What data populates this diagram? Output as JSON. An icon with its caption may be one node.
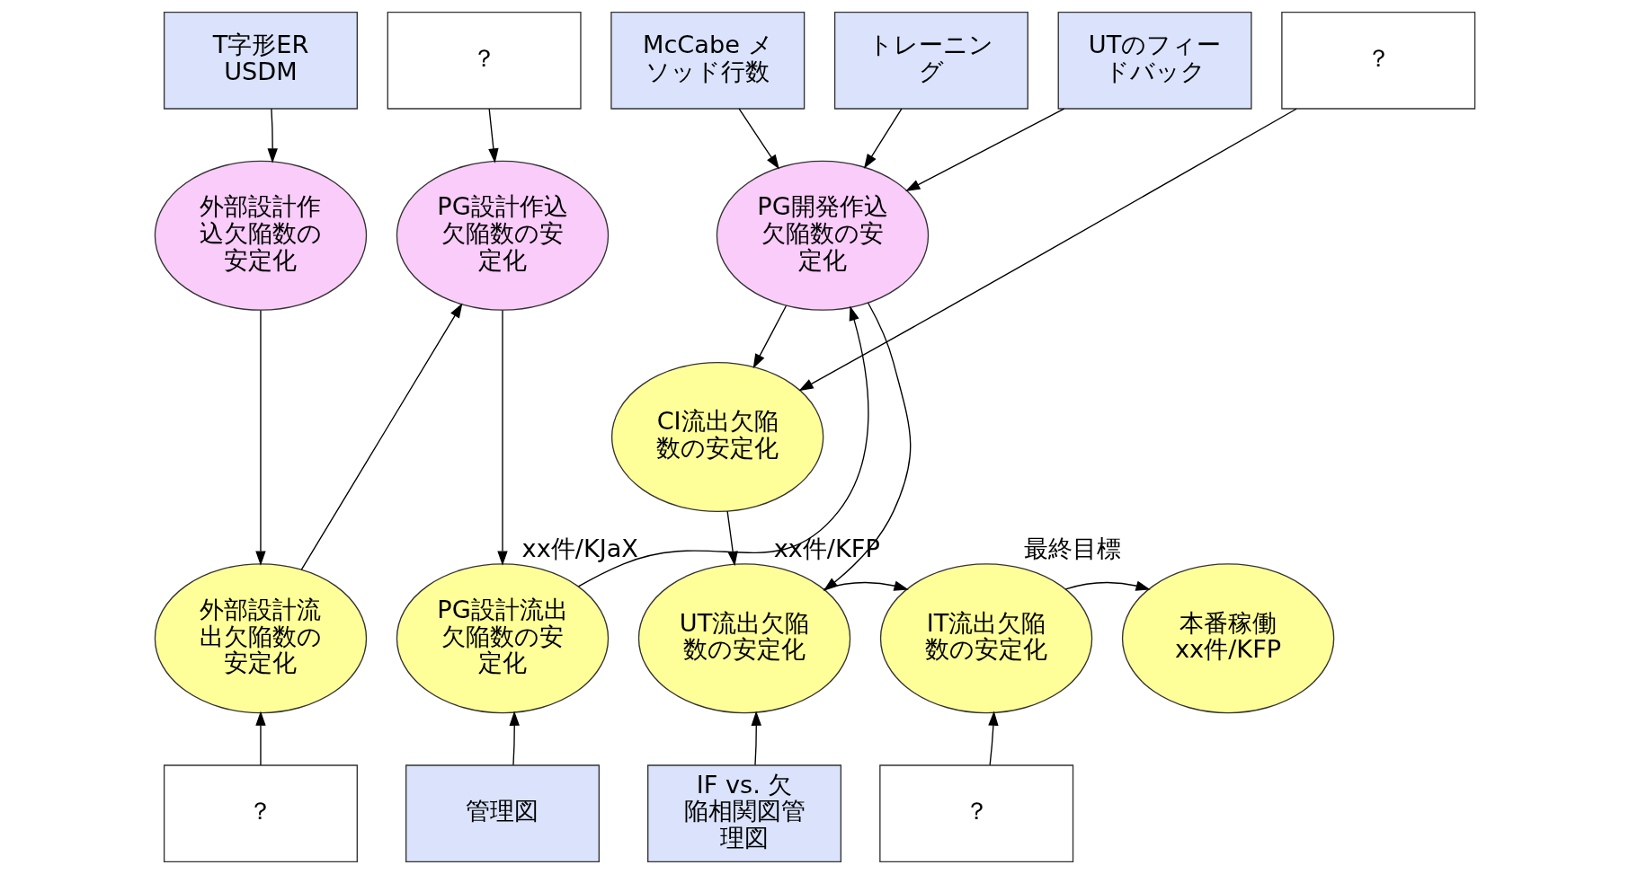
{
  "diagram": {
    "nodes": [
      {
        "text": [
          "T字形ER USDM"
        ]
      },
      {
        "text": [
          "？"
        ]
      },
      {
        "text": [
          "McCabe メソッド行数"
        ]
      },
      {
        "text": [
          "トレーニング"
        ]
      },
      {
        "text": [
          "UTのフィードバック"
        ]
      },
      {
        "text": [
          "？"
        ]
      },
      {
        "text": [
          "外部設計作込欠陥数の安定化"
        ]
      },
      {
        "text": [
          "PG設計作込欠陥数の安定化"
        ]
      },
      {
        "text": [
          "PG開発作込欠陥数の安定化"
        ]
      },
      {
        "text": [
          "CI流出欠陥数の安定化"
        ]
      },
      {
        "text": [
          "外部設計流出欠陥数の安定化"
        ]
      },
      {
        "text": [
          "PG設計流出欠陥数の安定化"
        ]
      },
      {
        "text": [
          "UT流出欠陥数の安定化"
        ],
        "beside": [
          "xx件/KJaX"
        ]
      },
      {
        "text": [
          "IT流出欠陥数の安定化"
        ],
        "beside": [
          "xx件/KFP"
        ]
      },
      {
        "text": [
          "本番稼働 xx件/KFP"
        ],
        "beside": [
          "最終目標"
        ]
      },
      {
        "text": [
          "？"
        ]
      },
      {
        "text": [
          "管理図"
        ]
      },
      {
        "text": [
          "IF vs. 欠陥相関図管理図"
        ]
      },
      {
        "text": [
          "？"
        ]
      }
    ],
    "edges": [
      {
        "from": 0,
        "to": 6,
        "arrow": "to"
      },
      {
        "from": 1,
        "to": 7,
        "arrow": "to"
      },
      {
        "from": 2,
        "to": 8,
        "arrow": "to"
      },
      {
        "from": 3,
        "to": 8,
        "arrow": "to"
      },
      {
        "from": 4,
        "to": 8,
        "arrow": "to"
      },
      {
        "from": 5,
        "to": 9,
        "arrow": "to"
      },
      {
        "from": 6,
        "to": 10,
        "arrow": "to"
      },
      {
        "from": 10,
        "to": 7,
        "arrow": "to"
      },
      {
        "from": 7,
        "to": 11,
        "arrow": "to"
      },
      {
        "from": 11,
        "to": 8,
        "arrow": "to"
      },
      {
        "from": 8,
        "to": 12,
        "arrow": "to"
      },
      {
        "from": 8,
        "to": 9,
        "arrow": "to"
      },
      {
        "from": 9,
        "to": 12,
        "arrow": "to"
      },
      {
        "from": 12,
        "to": 13,
        "arrow": "to"
      },
      {
        "from": 13,
        "to": 14,
        "arrow": "to"
      },
      {
        "from": 15,
        "to": 10,
        "arrow": "to"
      },
      {
        "from": 16,
        "to": 11,
        "arrow": "to"
      },
      {
        "from": 17,
        "to": 12,
        "arrow": "to"
      },
      {
        "from": 18,
        "to": 13,
        "arrow": "to"
      }
    ]
  }
}
